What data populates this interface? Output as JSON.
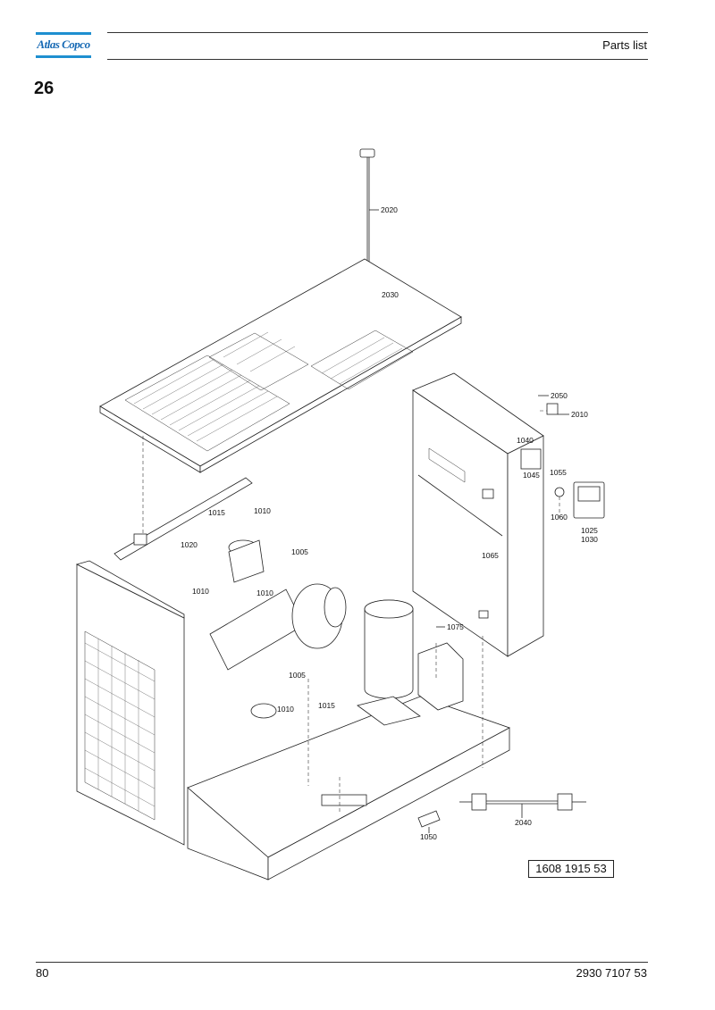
{
  "brand": {
    "logo_text": "Atlas Copco",
    "colors": {
      "bars": "#1e8fd0",
      "text": "#1669b4"
    }
  },
  "header": {
    "title": "Parts list"
  },
  "section_number": "26",
  "drawing": {
    "number": "1608 1915 53",
    "callouts": [
      "2020",
      "2030",
      "2050",
      "2010",
      "1040",
      "1045",
      "1055",
      "1060",
      "1025",
      "1030",
      "1015",
      "1010",
      "1020",
      "1005",
      "1010",
      "1005",
      "1010",
      "1015",
      "1075",
      "1065",
      "2040",
      "1050",
      "1010"
    ]
  },
  "footer": {
    "page_number": "80",
    "document_number": "2930 7107 53"
  }
}
